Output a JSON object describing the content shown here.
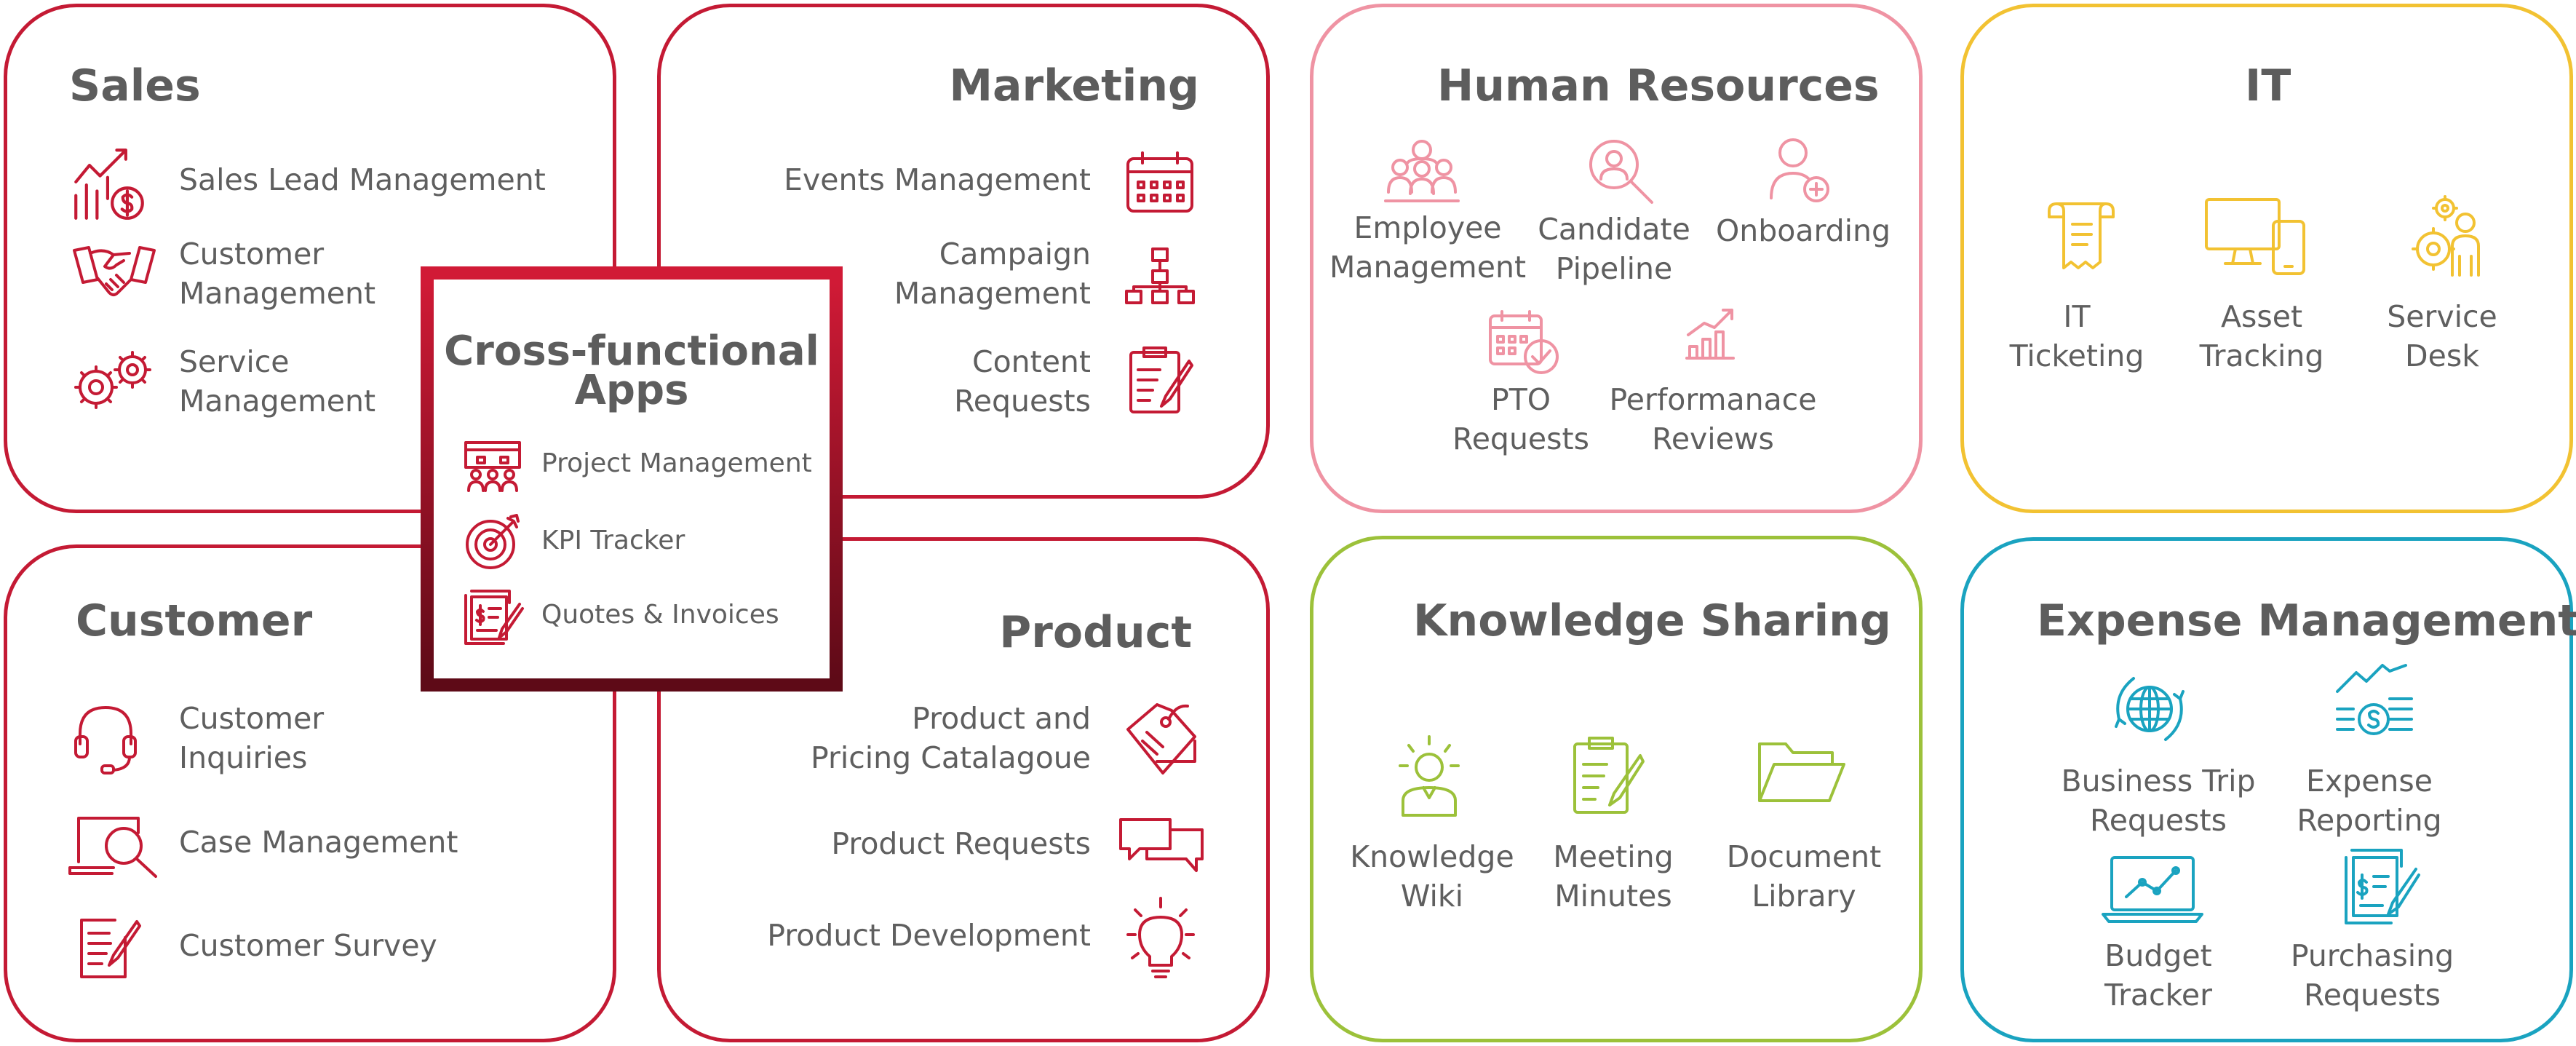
{
  "colors": {
    "red": "#c41a34",
    "pink": "#ef93a3",
    "yellow": "#f2c232",
    "green": "#9cc13a",
    "blue": "#1aa3c0"
  },
  "sales": {
    "title": "Sales",
    "items": [
      {
        "label": "Sales Lead Management",
        "icon": "sales-chart-icon"
      },
      {
        "label": "Customer\nManagement",
        "icon": "handshake-icon"
      },
      {
        "label": "Service\nManagement",
        "icon": "gears-icon"
      }
    ]
  },
  "marketing": {
    "title": "Marketing",
    "items": [
      {
        "label": "Events Management",
        "icon": "calendar-icon"
      },
      {
        "label": "Campaign\nManagement",
        "icon": "org-chart-icon"
      },
      {
        "label": "Content\nRequests",
        "icon": "clipboard-edit-icon"
      }
    ]
  },
  "hr": {
    "title": "Human Resources",
    "items": [
      {
        "label": "Employee\nManagement",
        "icon": "team-icon"
      },
      {
        "label": "Candidate\nPipeline",
        "icon": "candidate-search-icon"
      },
      {
        "label": "Onboarding",
        "icon": "add-user-icon"
      },
      {
        "label": "PTO\nRequests",
        "icon": "calendar-check-icon"
      },
      {
        "label": "Performanace\nReviews",
        "icon": "growth-chart-icon"
      }
    ]
  },
  "it": {
    "title": "IT",
    "items": [
      {
        "label": "IT\nTicketing",
        "icon": "receipt-icon"
      },
      {
        "label": "Asset\nTracking",
        "icon": "devices-icon"
      },
      {
        "label": "Service\nDesk",
        "icon": "service-person-icon"
      }
    ]
  },
  "customer": {
    "title": "Customer",
    "items": [
      {
        "label": "Customer\nInquiries",
        "icon": "headset-icon"
      },
      {
        "label": "Case Management",
        "icon": "laptop-search-icon"
      },
      {
        "label": "Customer Survey",
        "icon": "survey-icon"
      }
    ]
  },
  "product": {
    "title": "Product",
    "items": [
      {
        "label": "Product and\nPricing Catalagoue",
        "icon": "price-tag-icon"
      },
      {
        "label": "Product Requests",
        "icon": "chat-bubbles-icon"
      },
      {
        "label": "Product Development",
        "icon": "lightbulb-icon"
      }
    ]
  },
  "knowledge": {
    "title": "Knowledge Sharing",
    "items": [
      {
        "label": "Knowledge\nWiki",
        "icon": "idea-person-icon"
      },
      {
        "label": "Meeting\nMinutes",
        "icon": "notepad-icon"
      },
      {
        "label": "Document\nLibrary",
        "icon": "folder-icon"
      }
    ]
  },
  "expense": {
    "title": "Expense Management",
    "items": [
      {
        "label": "Business Trip\nRequests",
        "icon": "globe-icon"
      },
      {
        "label": "Expense\nReporting",
        "icon": "money-chart-icon"
      },
      {
        "label": "Budget\nTracker",
        "icon": "laptop-chart-icon"
      },
      {
        "label": "Purchasing\nRequests",
        "icon": "invoice-icon"
      }
    ]
  },
  "cross": {
    "title": "Cross-functional\nApps",
    "items": [
      {
        "label": "Project Management",
        "icon": "presentation-board-icon"
      },
      {
        "label": "KPI Tracker",
        "icon": "target-icon"
      },
      {
        "label": "Quotes & Invoices",
        "icon": "quote-document-icon"
      }
    ]
  }
}
